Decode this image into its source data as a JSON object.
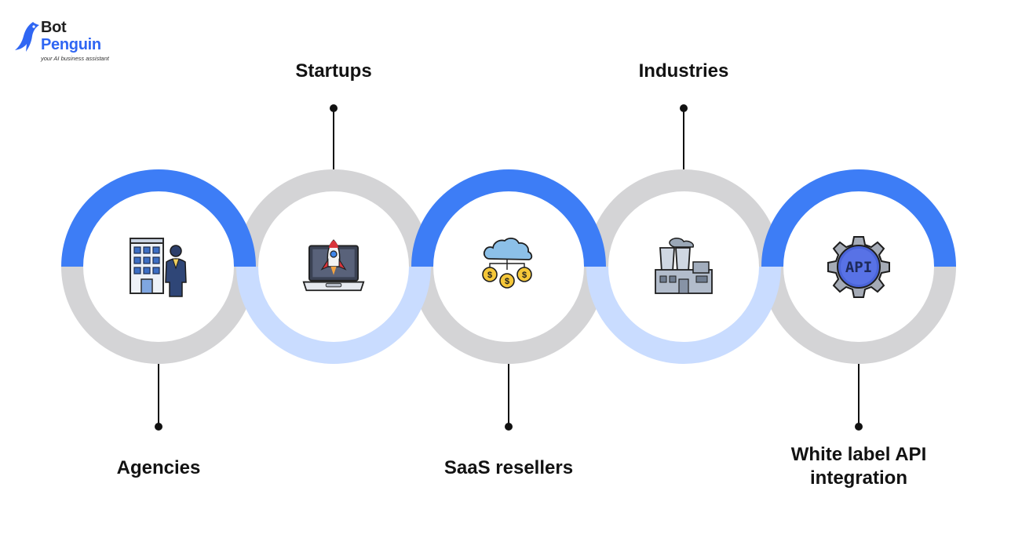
{
  "brand": {
    "name_line1": "Bot",
    "name_line2": "Penguin",
    "tagline": "your AI business assistant",
    "accent": "#2f66f3"
  },
  "colors": {
    "blue": "#3d7df6",
    "gray": "#d4d4d6",
    "light_blue": "#c9dcff",
    "pin": "#111111",
    "label": "#121212"
  },
  "steps": [
    {
      "label": "Agencies",
      "icon": "office-building-businessman-icon",
      "position": "bottom",
      "highlight": "top"
    },
    {
      "label": "Startups",
      "icon": "rocket-laptop-icon",
      "position": "top",
      "highlight": "bottom"
    },
    {
      "label": "SaaS resellers",
      "icon": "cloud-dollar-coins-icon",
      "position": "bottom",
      "highlight": "top"
    },
    {
      "label": "Industries",
      "icon": "factory-icon",
      "position": "top",
      "highlight": "bottom"
    },
    {
      "label": "White label API integration",
      "label_lines": [
        "White label API",
        "integration"
      ],
      "icon": "api-gear-icon",
      "position": "bottom",
      "highlight": "top"
    }
  ]
}
